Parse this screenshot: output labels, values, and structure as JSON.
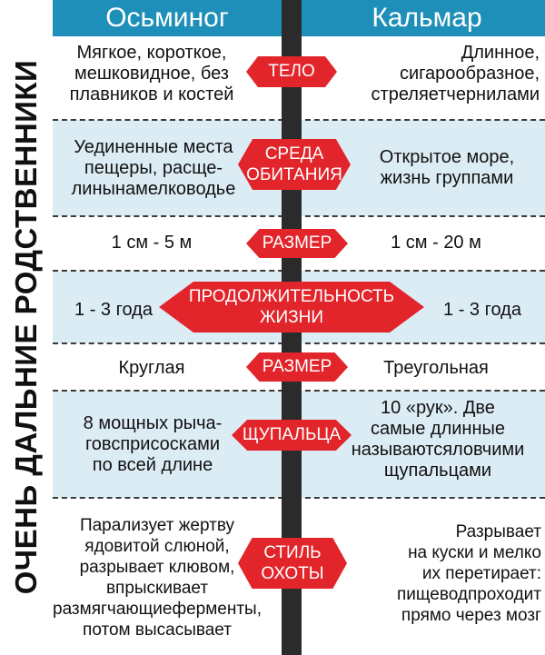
{
  "side_title": "ОЧЕНЬ ДАЛЬНИЕ РОДСТВЕННИКИ",
  "header": {
    "left": "Осьминог",
    "right": "Кальмар"
  },
  "rows": [
    {
      "tag": [
        "ТЕЛО"
      ],
      "left": [
        "Мягкое, короткое,",
        "мешковидное, без",
        "плавников и костей"
      ],
      "right": [
        "Длинное,",
        "сигарообразное,",
        "стреляетчернилами"
      ]
    },
    {
      "tag": [
        "СРЕДА",
        "ОБИТАНИЯ"
      ],
      "left": [
        "Уединенные места",
        "пещеры, расще-",
        "линынамелководье"
      ],
      "right": [
        "Открытое море,",
        "жизнь группами"
      ]
    },
    {
      "tag": [
        "РАЗМЕР"
      ],
      "left": [
        "1 см - 5 м"
      ],
      "right": [
        "1 см - 20 м"
      ]
    },
    {
      "tag": [
        "ПРОДОЛЖИТЕЛЬНОСТЬ",
        "ЖИЗНИ"
      ],
      "left": [
        "1 - 3 года"
      ],
      "right": [
        "1 - 3 года"
      ]
    },
    {
      "tag": [
        "РАЗМЕР"
      ],
      "left": [
        "Круглая"
      ],
      "right": [
        "Треугольная"
      ]
    },
    {
      "tag": [
        "ЩУПАЛЬЦА"
      ],
      "left": [
        "8 мощных рыча-",
        "говсприсосками",
        "по всей длине"
      ],
      "right": [
        "10 «рук». Две",
        "самые длинные",
        "называютсяловчими",
        "щупальцами"
      ]
    },
    {
      "tag": [
        "СТИЛЬ",
        "ОХОТЫ"
      ],
      "left": [
        "Парализует жертву",
        "ядовитой слюной,",
        "разрывает клювом,",
        "впрыскивает",
        "размягчающиеферменты,",
        "потом высасывает"
      ],
      "right": [
        "Разрывает",
        "на куски и мелко",
        "их перетирает:",
        "пищеводпроходит",
        "прямо через мозг"
      ]
    }
  ]
}
